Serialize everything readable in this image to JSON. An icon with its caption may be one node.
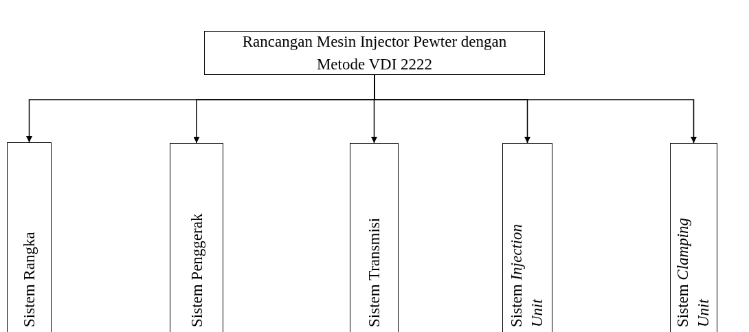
{
  "diagram": {
    "nodes": [
      {
        "text": [
          "Rancangan Mesin Injector Pewter dengan Metode VDI 2222"
        ]
      },
      {
        "text": [
          "Sistem Rangka"
        ]
      },
      {
        "text": [
          "Sistem Penggerak"
        ]
      },
      {
        "text": [
          "Sistem Transmisi"
        ]
      },
      {
        "text": [
          "Sistem *Injection Unit*"
        ]
      },
      {
        "text": [
          "Sistem *Clamping Unit*"
        ]
      }
    ],
    "edges": [
      {
        "from": 0,
        "to": 1,
        "arrow": "to"
      },
      {
        "from": 0,
        "to": 2,
        "arrow": "to"
      },
      {
        "from": 0,
        "to": 3,
        "arrow": "to"
      },
      {
        "from": 0,
        "to": 4,
        "arrow": "to"
      },
      {
        "from": 0,
        "to": 5,
        "arrow": "to"
      }
    ]
  }
}
